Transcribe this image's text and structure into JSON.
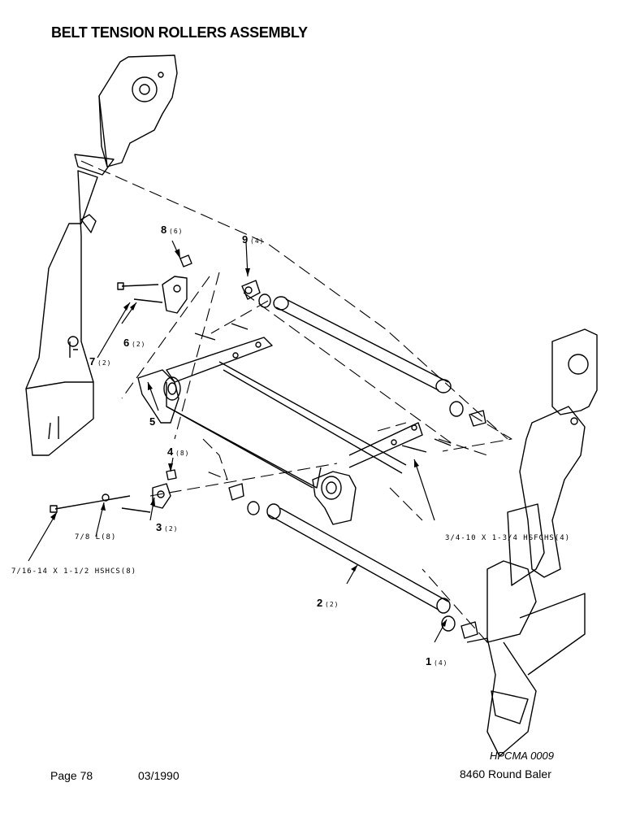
{
  "title": "BELT TENSION ROLLERS ASSEMBLY",
  "footer": {
    "page": "Page 78",
    "date": "03/1990",
    "doc_code": "HPCMA 0009",
    "model": "8460 Round Baler"
  },
  "callouts": [
    {
      "num": "1",
      "qty": "(4)"
    },
    {
      "num": "2",
      "qty": "(2)"
    },
    {
      "num": "3",
      "qty": "(2)"
    },
    {
      "num": "4",
      "qty": "(8)"
    },
    {
      "num": "5",
      "qty": ""
    },
    {
      "num": "6",
      "qty": "(2)"
    },
    {
      "num": "7",
      "qty": "(2)"
    },
    {
      "num": "8",
      "qty": "(6)"
    },
    {
      "num": "9",
      "qty": "(4)"
    }
  ],
  "hardware": {
    "bolt_short": "3/4-10 X 1-3/4 HSFCHS(4)",
    "bolt_long": "7/16-14 X 1-1/2 HSHCS(8)",
    "washer": "7/8 L(8)"
  }
}
